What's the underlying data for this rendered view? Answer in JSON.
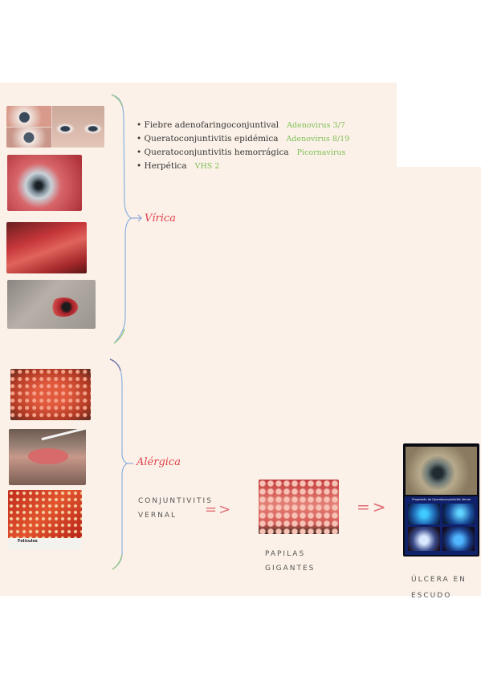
{
  "viral": {
    "items": [
      {
        "text": "Fiebre adenofaringoconjuntival",
        "pathogen": "Adenovirus 3/7"
      },
      {
        "text": "Queratoconjuntivitis epidémica",
        "pathogen": "Adenovirus 8/19"
      },
      {
        "text": "Queratoconjuntivitis hemorrágica",
        "pathogen": "Picornavirus"
      },
      {
        "text": "Herpética",
        "pathogen": "VHS 2"
      }
    ],
    "label": "Vírica"
  },
  "allergic": {
    "label": "Alérgica",
    "vernal": "CONJUNTIVITIS VERNAL",
    "arrow1": "=>",
    "arrow2": "=>",
    "papillae": "PAPILAS GIGANTES",
    "ulcer": "ÚLCERA EN ESCUDO",
    "follicles_caption": "Folículos",
    "panel_title": "Progresión de Queratoconjuntivitis Vernal"
  },
  "colors": {
    "paper": "#fbf1e8",
    "accent_red": "#e0404a",
    "accent_green": "#7fbf55",
    "brace_blue": "#7a9ad8"
  }
}
